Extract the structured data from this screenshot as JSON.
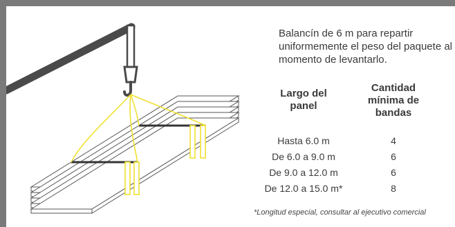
{
  "caption": "Balancín de 6 m para repartir uniformemente el peso del paquete al momento de levantarlo.",
  "table": {
    "header_length": "Largo del panel",
    "header_bands": "Cantidad mínima de bandas",
    "rows": [
      {
        "length": "Hasta 6.0 m",
        "bands": "4"
      },
      {
        "length": "De 6.0 a 9.0 m",
        "bands": "6"
      },
      {
        "length": "De 9.0 a 12.0 m",
        "bands": "6"
      },
      {
        "length": "De 12.0 a 15.0 m*",
        "bands": "8"
      }
    ]
  },
  "footnote": "*Longitud especial, consultar al ejecutivo comercial",
  "colors": {
    "frame": "#7a7a7a",
    "crane": "#4a4a4a",
    "rope": "#f0e030",
    "panel_edge": "#555555"
  }
}
